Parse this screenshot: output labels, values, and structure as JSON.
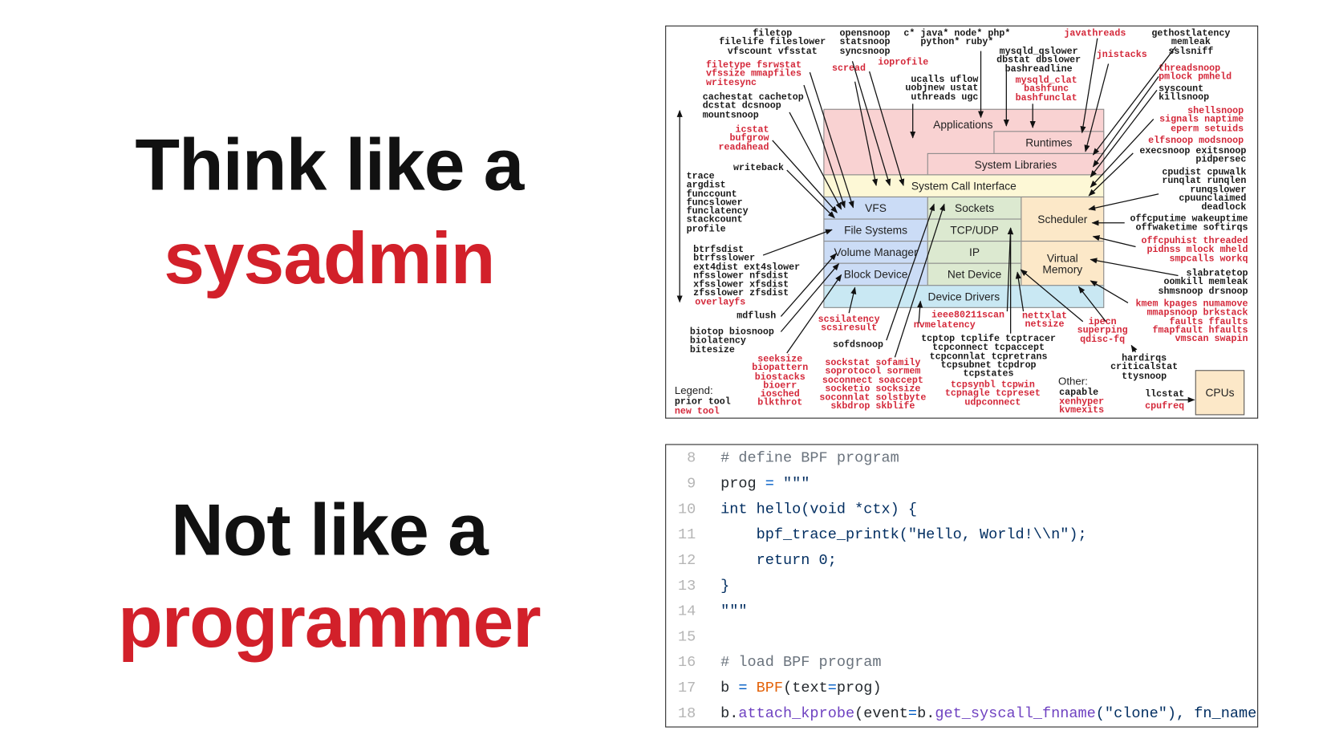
{
  "left": {
    "line1": "Think like a",
    "line2": "sysadmin",
    "line3": "Not like a",
    "line4": "programmer"
  },
  "colors": {
    "accent": "#d2202a",
    "new_tool": "#d4283a",
    "prior_tool": "#1a1a1a"
  },
  "diagram": {
    "boxes": {
      "applications": "Applications",
      "runtimes": "Runtimes",
      "system_libraries": "System Libraries",
      "system_call_interface": "System Call Interface",
      "vfs": "VFS",
      "file_systems": "File Systems",
      "volume_manager": "Volume Manager",
      "block_device": "Block Device",
      "sockets": "Sockets",
      "tcp_udp": "TCP/UDP",
      "ip": "IP",
      "net_device": "Net Device",
      "scheduler": "Scheduler",
      "virtual_memory": "Virtual\nMemory",
      "device_drivers": "Device Drivers",
      "cpus": "CPUs"
    },
    "prior_tools": [
      "filetop\nfilelife fileslower\nvfscount vfsstat",
      "opensnoop\nstatsnoop\nsyncsnoop",
      "c* java* node* php*\npython* ruby*",
      "mysqld_qslower\ndbstat dbslower\nbashreadline",
      "gethostlatency\nmemleak\nsslsniff",
      "ucalls uflow\nuobjnew ustat\nuthreads ugc",
      "syscount\nkillsnoop",
      "cachestat cachetop\ndcstat dcsnoop\nmountsnoop",
      "execsnoop exitsnoop\npidpersec",
      "writeback",
      "cpudist cpuwalk\nrunqlat runqlen\nrunqslower\ncpuunclaimed\ndeadlock",
      "trace\nargdist\nfunccount\nfuncslower\nfunclatency\nstackcount\nprofile",
      "offcputime wakeuptime\noffwaketime softirqs",
      "btrfsdist\nbtrfsslower\next4dist ext4slower\nnfsslower nfsdist\nxfsslower xfsdist\nzfsslower zfsdist",
      "slabratetop\noomkill memleak\nshmsnoop drsnoop",
      "mdflush",
      "biotop biosnoop\nbiolatency\nbitesize",
      "sofdsnoop",
      "tcptop tcplife tcptracer\ntcpconnect tcpaccept\ntcpconnlat tcpretrans\ntcpsubnet tcpdrop\ntcpstates",
      "hardirqs\ncriticalstat\nttysnoop",
      "capable",
      "llcstat"
    ],
    "new_tools": [
      "javathreads",
      "filetype fsrwstat\nvfssize mmapfiles\nwritesync",
      "scread",
      "ioprofile",
      "jnistacks",
      "threadsnoop\npmlock pmheld",
      "mysqld_clat\nbashfunc\nbashfunclat",
      "shellsnoop\nsignals naptime\neperm setuids",
      "icstat\nbufgrow\nreadahead",
      "elfsnoop modsnoop",
      "offcpuhist threaded\npidnss mlock mheld\nsmpcalls workq",
      "overlayfs",
      "kmem kpages numamove\nmmapsnoop brkstack\nfaults ffaults\nfmapfault hfaults\nvmscan swapin",
      "scsilatency\nscsiresult",
      "ieee80211scan",
      "nvmelatency",
      "nettxlat\nnetsize",
      "ipecn\nsuperping\nqdisc-fq",
      "seeksize\nbiopattern\nbiostacks\nbioerr\niosched\nblkthrot",
      "sockstat sofamily\nsoprotocol sormem\nsoconnect soaccept\nsocketio socksize\nsoconnlat solstbyte\nskbdrop skblife",
      "tcpsynbl tcpwin\ntcpnagle tcpreset\nudpconnect",
      "xenhyper\nkvmexits",
      "cpufreq"
    ],
    "other_label": "Other:",
    "legend": {
      "title": "Legend:",
      "prior": "prior tool",
      "new": "new tool"
    }
  },
  "code": {
    "lines": [
      {
        "num": "8",
        "tokens": [
          {
            "t": "# define BPF program",
            "c": "comment"
          }
        ]
      },
      {
        "num": "9",
        "tokens": [
          {
            "t": "prog ",
            "c": "plain"
          },
          {
            "t": "=",
            "c": "op"
          },
          {
            "t": " \"\"\"",
            "c": "str"
          }
        ]
      },
      {
        "num": "10",
        "tokens": [
          {
            "t": "int hello(void *ctx) {",
            "c": "str"
          }
        ]
      },
      {
        "num": "11",
        "tokens": [
          {
            "t": "    bpf_trace_printk(\"Hello, World!\\\\n\");",
            "c": "str"
          }
        ]
      },
      {
        "num": "12",
        "tokens": [
          {
            "t": "    return 0;",
            "c": "str"
          }
        ]
      },
      {
        "num": "13",
        "tokens": [
          {
            "t": "}",
            "c": "str"
          }
        ]
      },
      {
        "num": "14",
        "tokens": [
          {
            "t": "\"\"\"",
            "c": "str"
          }
        ]
      },
      {
        "num": "15",
        "tokens": []
      },
      {
        "num": "16",
        "tokens": [
          {
            "t": "# load BPF program",
            "c": "comment"
          }
        ]
      },
      {
        "num": "17",
        "tokens": [
          {
            "t": "b ",
            "c": "plain"
          },
          {
            "t": "=",
            "c": "op"
          },
          {
            "t": " ",
            "c": "plain"
          },
          {
            "t": "BPF",
            "c": "fn"
          },
          {
            "t": "(text",
            "c": "plain"
          },
          {
            "t": "=",
            "c": "op"
          },
          {
            "t": "prog)",
            "c": "plain"
          }
        ]
      },
      {
        "num": "18",
        "tokens": [
          {
            "t": "b.",
            "c": "plain"
          },
          {
            "t": "attach_kprobe",
            "c": "method"
          },
          {
            "t": "(event",
            "c": "plain"
          },
          {
            "t": "=",
            "c": "op"
          },
          {
            "t": "b.",
            "c": "plain"
          },
          {
            "t": "get_syscall_fnname",
            "c": "method"
          },
          {
            "t": "(\"clone\"), fn_name",
            "c": "str"
          }
        ]
      }
    ]
  }
}
